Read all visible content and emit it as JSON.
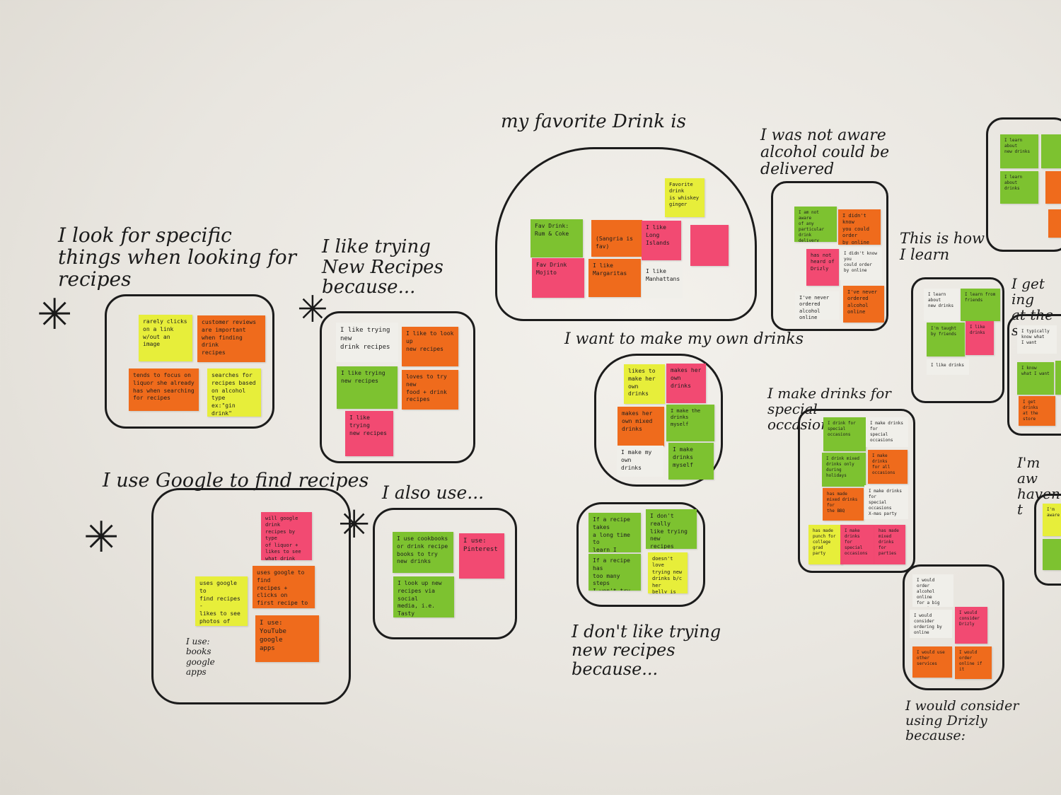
{
  "headings": {
    "specific": "I look for specific\nthings when looking for\nrecipes",
    "new_recipes": "I like trying\nNew Recipes because...",
    "favorite": "my favorite Drink is",
    "not_aware": "I was not aware\nalcohol could be delivered",
    "how_learn": "This is how\nI learn",
    "get_ing": "I get ing\nat the stor",
    "make_own": "I want to make my own drinks",
    "special": "I make drinks for special\noccasions",
    "google": "I use Google to find recipes",
    "also_use": "I also use...",
    "dont_like": "I don't like trying\nnew recipes because...",
    "im_aw": "I'm aw\nhaven't t",
    "drizly": "I would consider\nusing Drizly because:"
  },
  "stars": [
    "✳",
    "✳",
    "✳",
    "✳"
  ],
  "notes": {
    "spec1": "rarely clicks\non a link\nw/out an\nimage",
    "spec2": "customer reviews\nare important\nwhen finding drink\nrecipes",
    "spec3": "tends to focus on\nliquor she already\nhas when searching\nfor recipes",
    "spec4": "searches for\nrecipes based\non alcohol\ntype\nex:\"gin drink\"",
    "new1": "I like trying new\ndrink recipes",
    "new2": "I like to look up\nnew recipes",
    "new3": "I like trying\nnew recipes",
    "new4": "loves to try new\nfood + drink\nrecipes",
    "new5": "I like trying\nnew recipes",
    "fav1": "Fav Drink:\nRum & Coke",
    "fav2": "(Sangria is fav)",
    "fav3": "I like\nLong Islands",
    "fav4": "Favorite drink\nis whiskey\nginger",
    "fav5": "Fav Drink\nMojito",
    "fav6": "I like\nMargaritas",
    "fav7": "I like\nManhattans",
    "own1": "likes to\nmake her\nown drinks",
    "own2": "makes her\nown drinks",
    "own3": "makes her\nown mixed\ndrinks",
    "own4": "I make the drinks\nmyself",
    "own5": "I make my own\ndrinks",
    "own6": "I make drinks\nmyself",
    "dont1": "If a recipe takes\na long time to\nlearn I won't try\nit",
    "dont2": "I don't really\nlike trying new\nrecipes",
    "dont3": "If a recipe has\ntoo many steps\nI won't try it",
    "dont4": "doesn't love\ntrying new\ndrinks b/c her\nbelly is\nsensitive",
    "goog1": "will google drink\nrecipes by type\nof liquor +\nlikes to see\nwhat drink looks\nlike",
    "goog2": "uses google to\nfind recipes -\nlikes to see\nphotos of the\ndrink",
    "goog3": "uses google to find\nrecipes + clicks on\nfirst recipe to show\nup",
    "goog4": "I use:\nYouTube\ngoogle\napps",
    "goog_text": "I use:\nbooks\ngoogle\napps",
    "also1": "I use cookbooks\nor drink recipe\nbooks to try\nnew drinks",
    "also2": "I use:\nPinterest",
    "also3": "I look up new\nrecipes via social\nmedia, i.e. Tasty\nor Facebook",
    "na1": "I am not aware\nof any particular\ndrink delivery",
    "na2": "I didn't know\nyou could order\nby online",
    "na3": "has not\nheard of\nDrizly",
    "na4": "I didn't know you\ncould order by online",
    "na5": "I've never ordered\nalcohol online",
    "na6": "I've never\nordered alcohol\nonline",
    "sp1": "I drink for\nspecial occasions",
    "sp2": "I make drinks for\nspecial occasions",
    "sp3": "I drink mixed\ndrinks only\nduring holidays",
    "sp4": "I make drinks\nfor all occasions",
    "sp5": "has made\nmixed drinks for\nthe BBQ",
    "sp6": "I make drinks for\nspecial occasions\nX-mas party",
    "sp7": "has made\npunch for\ncollege grad\nparty",
    "sp8": "I make drinks\nfor special\noccasions",
    "sp9": "has made\nmixed drinks\nfor parties",
    "lr1": "I learn about\nnew drinks",
    "lr2": "I learn from\nfriends",
    "lr3": "I'm taught\nby friends",
    "lr4": "I like\ndrinks",
    "lr5": "I like drinks",
    "dz1": "I would order\nalcohol online\nfor a big event",
    "dz2": "I would consider\nordering by online",
    "dz3": "I would consider\nDrizly",
    "dz4": "I would use\nother services",
    "dz5": "I would order\nonline if it",
    "tr1": "I learn\nabout\nnew drinks",
    "tr2": "I learn\nabout\ndrinks",
    "ri1": "I typically\nknow what\nI want",
    "ri2": "I know\nwhat I want",
    "ri3": "I get drinks\nat the store",
    "ri4": "I'm aware"
  }
}
